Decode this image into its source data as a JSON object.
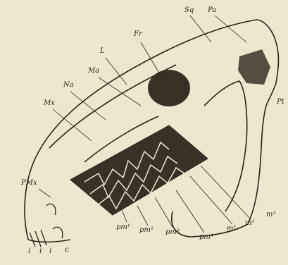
{
  "labels": {
    "Sq": "Sq",
    "Pa": "Pa",
    "Fr": "Fr",
    "L": "L",
    "Ma": "Ma",
    "Na": "Na",
    "Mx": "Mx",
    "PMx": "PMx",
    "Pt": "Pt",
    "i1": "i",
    "i2": "i",
    "i3": "i",
    "c": "c",
    "pm1": "pm¹",
    "pm2": "pm²",
    "pm3": "pm³",
    "pm4": "pm⁴",
    "m1": "m¹",
    "m2": "m²",
    "m3": "m³"
  },
  "colors": {
    "paper": "#efe6cf",
    "ink": "#2b2318",
    "dark_fill": "#3a3126"
  }
}
